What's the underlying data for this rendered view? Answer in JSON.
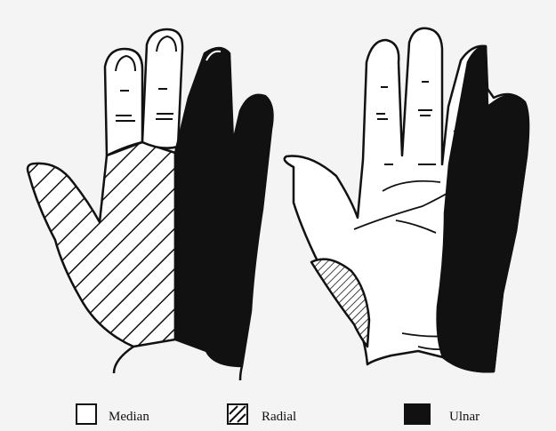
{
  "figure": {
    "legend": [
      {
        "key": "median",
        "label": "Median",
        "pattern": "white"
      },
      {
        "key": "radial",
        "label": "Radial",
        "pattern": "hatched"
      },
      {
        "key": "ulnar",
        "label": "Ulnar",
        "pattern": "black"
      }
    ]
  },
  "colors": {
    "background": "#f4f4f4",
    "ink": "#111111",
    "median": "#ffffff",
    "ulnar": "#111111"
  }
}
